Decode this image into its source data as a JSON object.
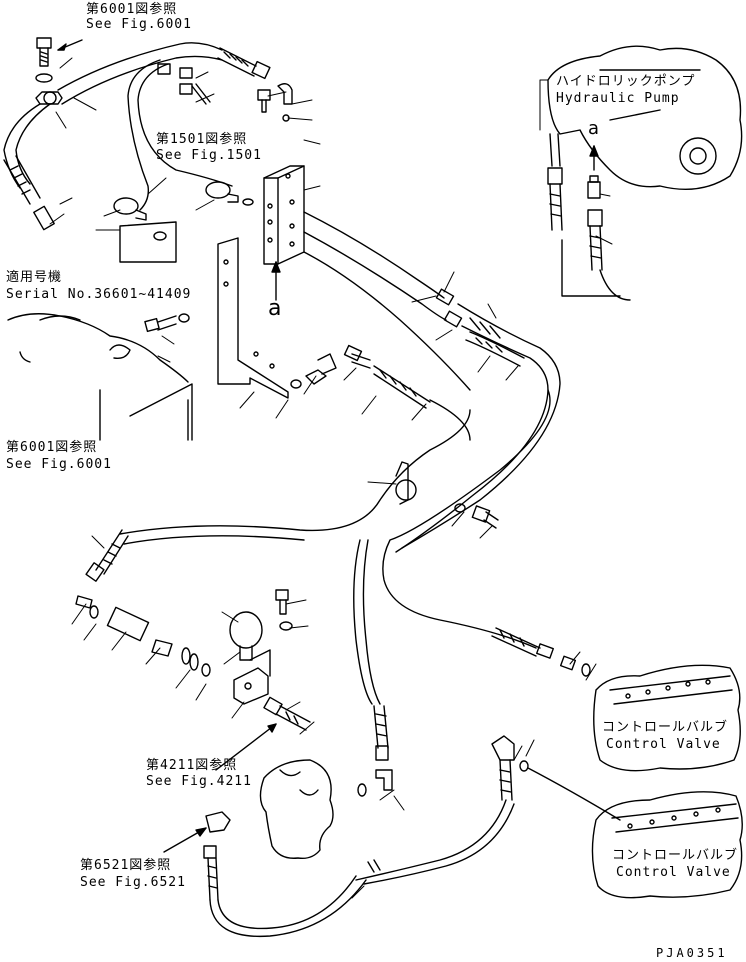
{
  "references": {
    "fig6001_top": {
      "jp": "第6001図参照",
      "en": "See Fig.6001"
    },
    "fig1501": {
      "jp": "第1501図参照",
      "en": "See Fig.1501"
    },
    "fig6001_left": {
      "jp": "第6001図参照",
      "en": "See Fig.6001"
    },
    "fig4211": {
      "jp": "第4211図参照",
      "en": "See Fig.4211"
    },
    "fig6521": {
      "jp": "第6521図参照",
      "en": "See Fig.6521"
    }
  },
  "serial": {
    "jp": "適用号機",
    "en": "Serial No.36601~41409"
  },
  "components": {
    "hydraulic_pump": {
      "jp": "ハイドロリックポンプ",
      "en": "Hydraulic Pump"
    },
    "control_valve_1": {
      "jp": "コントロールバルブ",
      "en": "Control Valve"
    },
    "control_valve_2": {
      "jp": "コントロールバルブ",
      "en": "Control Valve"
    }
  },
  "view_markers": {
    "main": "a",
    "pump": "a"
  },
  "diagram_code": "PJA0351",
  "colors": {
    "line": "#000000",
    "background": "#ffffff"
  }
}
